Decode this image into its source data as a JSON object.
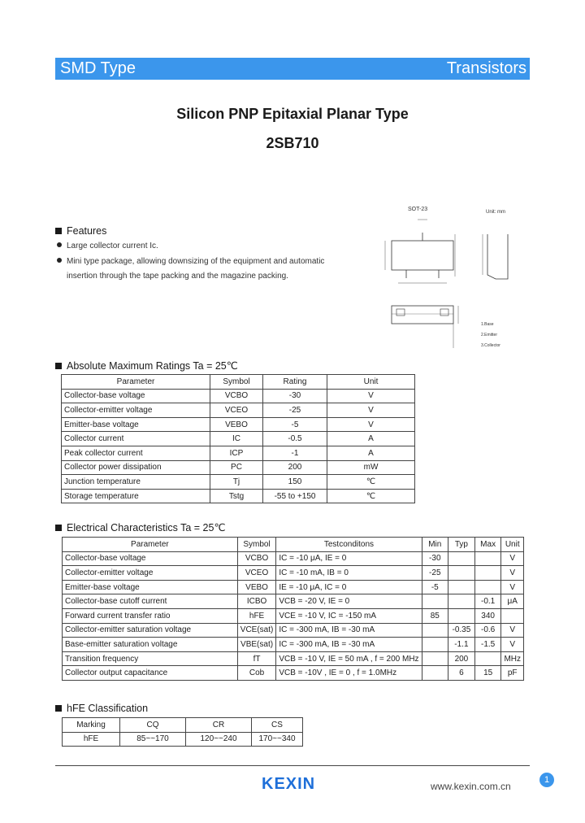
{
  "header": {
    "left": "SMD Type",
    "right": "Transistors"
  },
  "title": "Silicon PNP Epitaxial Planar Type",
  "part_number": "2SB710",
  "features": {
    "heading": "Features",
    "items": [
      "Large collector current Ic.",
      "Mini type package, allowing downsizing of the equipment and automatic",
      "insertion through the tape packing and the magazine packing."
    ]
  },
  "diagram": {
    "package": "SOT-23",
    "unit": "Unit: mm",
    "pins": [
      "1.Base",
      "2.Emitter",
      "3.Collector"
    ]
  },
  "abs_max": {
    "heading": "Absolute Maximum Ratings Ta = 25℃",
    "headers": [
      "Parameter",
      "Symbol",
      "Rating",
      "Unit"
    ],
    "rows": [
      [
        "Collector-base voltage",
        "VCBO",
        "-30",
        "V"
      ],
      [
        "Collector-emitter voltage",
        "VCEO",
        "-25",
        "V"
      ],
      [
        "Emitter-base voltage",
        "VEBO",
        "-5",
        "V"
      ],
      [
        "Collector current",
        "IC",
        "-0.5",
        "A"
      ],
      [
        "Peak collector current",
        "ICP",
        "-1",
        "A"
      ],
      [
        "Collector power dissipation",
        "PC",
        "200",
        "mW"
      ],
      [
        "Junction temperature",
        "Tj",
        "150",
        "℃"
      ],
      [
        "Storage temperature",
        "Tstg",
        "-55 to +150",
        "℃"
      ]
    ]
  },
  "elec": {
    "heading": "Electrical Characteristics Ta = 25℃",
    "headers": [
      "Parameter",
      "Symbol",
      "Testconditons",
      "Min",
      "Typ",
      "Max",
      "Unit"
    ],
    "rows": [
      [
        "Collector-base voltage",
        "VCBO",
        "IC = -10 μA, IE = 0",
        "-30",
        "",
        "",
        "V"
      ],
      [
        "Collector-emitter voltage",
        "VCEO",
        "IC = -10 mA, IB = 0",
        "-25",
        "",
        "",
        "V"
      ],
      [
        "Emitter-base voltage",
        "VEBO",
        "IE = -10 μA, IC = 0",
        "-5",
        "",
        "",
        "V"
      ],
      [
        "Collector-base cutoff current",
        "ICBO",
        "VCB = -20 V, IE = 0",
        "",
        "",
        "-0.1",
        "μA"
      ],
      [
        "Forward current transfer ratio",
        "hFE",
        "VCE = -10 V, IC = -150 mA",
        "85",
        "",
        "340",
        ""
      ],
      [
        "Collector-emitter saturation voltage",
        "VCE(sat)",
        "IC = -300 mA, IB = -30 mA",
        "",
        "-0.35",
        "-0.6",
        "V"
      ],
      [
        "Base-emitter saturation voltage",
        "VBE(sat)",
        "IC = -300 mA, IB = -30 mA",
        "",
        "-1.1",
        "-1.5",
        "V"
      ],
      [
        "Transition frequency",
        "fT",
        "VCB = -10 V, IE = 50 mA , f = 200 MHz",
        "",
        "200",
        "",
        "MHz"
      ],
      [
        "Collector output capacitance",
        "Cob",
        "VCB = -10V , IE = 0 , f = 1.0MHz",
        "",
        "6",
        "15",
        "pF"
      ]
    ]
  },
  "hfe_class": {
    "heading": "hFE Classification",
    "headers": [
      "Marking",
      "CQ",
      "CR",
      "CS"
    ],
    "row": [
      "hFE",
      "85~~170",
      "120~~240",
      "170~~340"
    ]
  },
  "footer": {
    "logo": "KEXIN",
    "url": "www.kexin.com.cn",
    "page": "1"
  }
}
